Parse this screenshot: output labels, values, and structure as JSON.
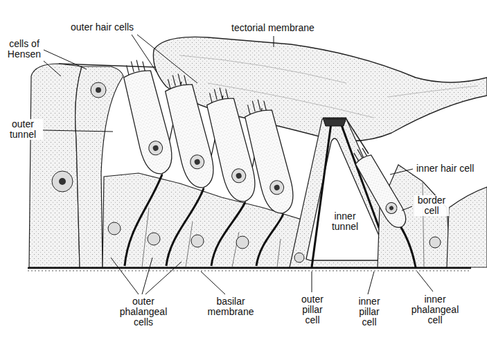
{
  "diagram": {
    "labels": [
      "outer hair cells",
      "tectorial membrane",
      "cells of Hensen",
      "outer tunnel",
      "inner hair cell",
      "border cell",
      "inner tunnel",
      "outer phalangeal cells",
      "basilar membrane",
      "outer pillar cell",
      "inner pillar cell",
      "inner phalangeal cell"
    ]
  }
}
